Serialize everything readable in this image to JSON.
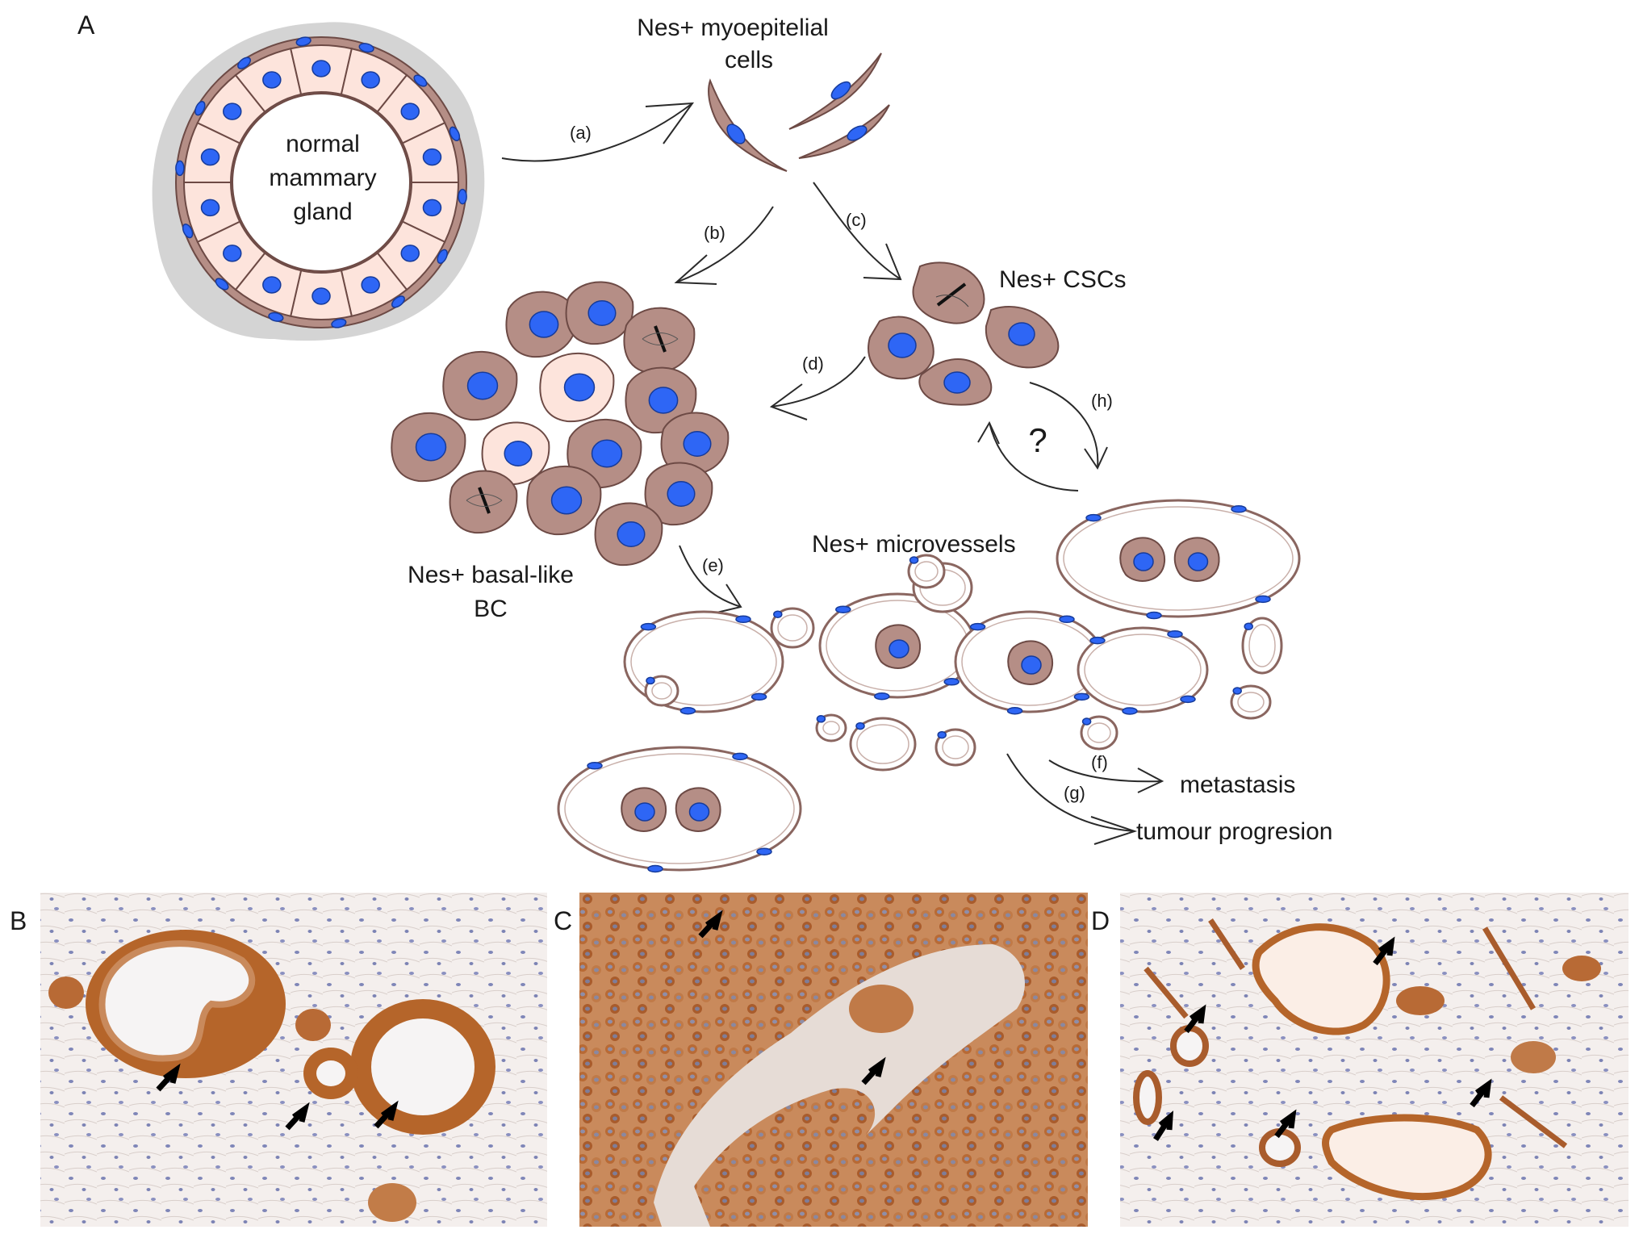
{
  "panel_labels": {
    "A": "A",
    "B": "B",
    "C": "C",
    "D": "D"
  },
  "labels": {
    "normal_gland": [
      "normal",
      "mammary",
      "gland"
    ],
    "myoepithelial": [
      "Nes+ myoepitelial",
      "cells"
    ],
    "cscs": "Nes+ CSCs",
    "basal_like": [
      "Nes+ basal-like",
      "BC"
    ],
    "microvessels": "Nes+ microvessels",
    "metastasis": "metastasis",
    "tumour_progression": "tumour progresion",
    "question": "?"
  },
  "steps": {
    "a": "(a)",
    "b": "(b)",
    "c": "(c)",
    "d": "(d)",
    "e": "(e)",
    "f": "(f)",
    "g": "(g)",
    "h": "(h)"
  },
  "colors": {
    "cell_body": "#b58e86",
    "luminal_cell": "#fde4dc",
    "nucleus": "#2e66f5",
    "stain_brown": "#b5652a",
    "stain_background": "#f3ecea"
  }
}
